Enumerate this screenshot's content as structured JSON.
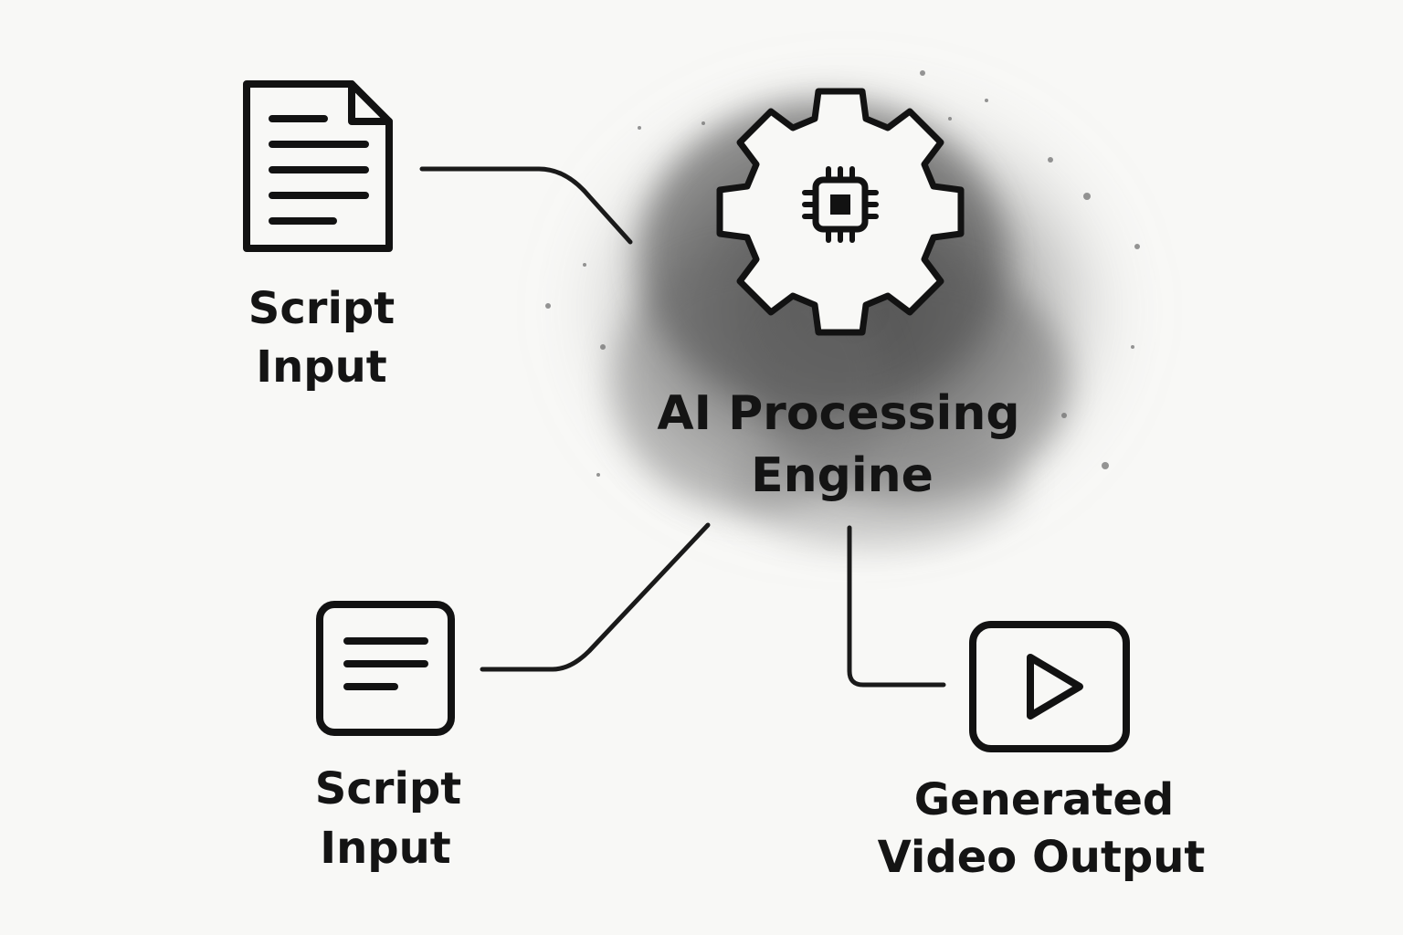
{
  "nodes": {
    "script_input_top": {
      "label_line1": "Script",
      "label_line2": "Input",
      "icon": "document-icon"
    },
    "ai_engine": {
      "label_line1": "AI Processing",
      "label_line2": "Engine",
      "icon": "gear-chip-icon"
    },
    "script_input_bottom": {
      "label_line1": "Script",
      "label_line2": "Input",
      "icon": "text-box-icon"
    },
    "video_output": {
      "label_line1": "Generated",
      "label_line2": "Video Output",
      "icon": "play-icon"
    }
  },
  "edges": [
    {
      "from": "script_input_top",
      "to": "ai_engine"
    },
    {
      "from": "script_input_bottom",
      "to": "ai_engine"
    },
    {
      "from": "ai_engine",
      "to": "video_output"
    }
  ],
  "colors": {
    "ink": "#141414",
    "background": "#f8f8f6",
    "splash": "#555555"
  }
}
